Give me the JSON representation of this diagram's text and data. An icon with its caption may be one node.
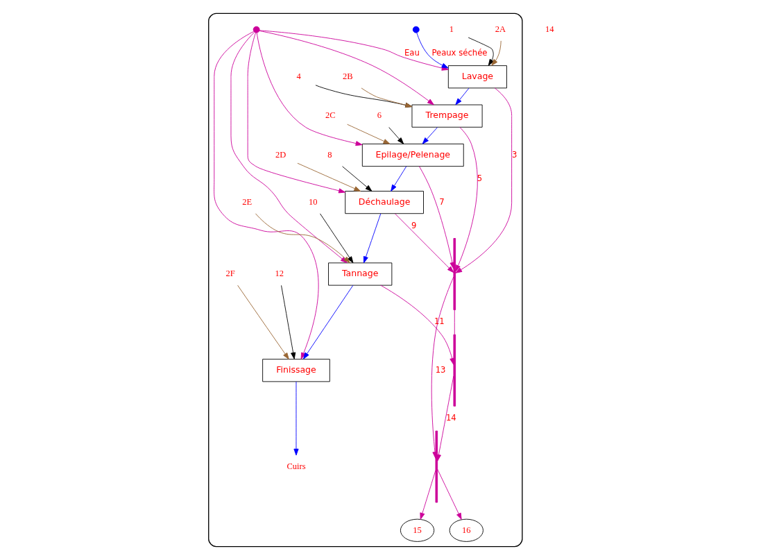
{
  "diagram": {
    "nodes": [
      {
        "text": [],
        "shape": "box"
      },
      {
        "text": [],
        "shape": "circle",
        "in": 0
      },
      {
        "text": [
          "1"
        ],
        "in": 0
      },
      {
        "text": [
          "Lavage"
        ],
        "in": 0
      },
      {
        "text": [],
        "shape": "circle",
        "in": 0
      },
      {
        "text": [
          "2A"
        ],
        "in": 0
      },
      {
        "text": [
          "4"
        ],
        "in": 0
      },
      {
        "text": [
          "Trempage"
        ],
        "in": 0
      },
      {
        "text": [
          "2B"
        ],
        "in": 0
      },
      {
        "text": [
          "6"
        ],
        "in": 0
      },
      {
        "text": [
          "Epilage/Pelenage"
        ],
        "in": 0
      },
      {
        "text": [
          "2C"
        ],
        "in": 0
      },
      {
        "text": [],
        "shape": "bar",
        "in": 0
      },
      {
        "text": [],
        "shape": "bar",
        "in": 0
      },
      {
        "text": [
          "8"
        ],
        "in": 0
      },
      {
        "text": [
          "Déchaulage"
        ],
        "in": 0
      },
      {
        "text": [
          "2D"
        ],
        "in": 0
      },
      {
        "text": [
          "10"
        ],
        "in": 0
      },
      {
        "text": [
          "Tannage"
        ],
        "in": 0
      },
      {
        "text": [],
        "shape": "bar",
        "in": 0
      },
      {
        "text": [
          "2E"
        ],
        "in": 0
      },
      {
        "text": [
          "12"
        ],
        "in": 0
      },
      {
        "text": [
          "Finissage"
        ],
        "in": 0
      },
      {
        "text": [
          "Cuirs"
        ],
        "in": 0
      },
      {
        "text": [
          "2F"
        ],
        "in": 0
      },
      {
        "text": [
          "15"
        ],
        "in": 0
      },
      {
        "text": [
          "16"
        ],
        "in": 0
      }
    ],
    "edges": [
      {
        "from": 1,
        "to": 3,
        "arrow": "to",
        "label": "Eau"
      },
      {
        "from": 4,
        "to": 3,
        "arrow": "to",
        "label": "Peaux séchée",
        "color": "#0000ff"
      },
      {
        "from": 2,
        "to": 3,
        "arrow": "to",
        "color": "#000000"
      },
      {
        "from": 5,
        "to": 3,
        "arrow": "to",
        "color": "#996633"
      },
      {
        "from": 3,
        "to": 7,
        "arrow": "to",
        "color": "#0000ff"
      },
      {
        "from": 3,
        "to": 12,
        "arrow": "to",
        "label": "3"
      },
      {
        "from": 6,
        "to": 7,
        "arrow": "to",
        "color": "#000000"
      },
      {
        "from": 8,
        "to": 7,
        "arrow": "to",
        "color": "#996633"
      },
      {
        "from": 1,
        "to": 7,
        "arrow": "to"
      },
      {
        "from": 7,
        "to": 10,
        "arrow": "to",
        "color": "#0000ff"
      },
      {
        "from": 7,
        "to": 12,
        "arrow": "to",
        "label": "5"
      },
      {
        "from": 9,
        "to": 10,
        "arrow": "to",
        "color": "#000000"
      },
      {
        "from": 11,
        "to": 10,
        "arrow": "to",
        "color": "#996633"
      },
      {
        "from": 1,
        "to": 10,
        "arrow": "to"
      },
      {
        "from": 10,
        "to": 12,
        "arrow": "to",
        "label": "7"
      },
      {
        "from": 10,
        "to": 15,
        "arrow": "to",
        "color": "#0000ff"
      },
      {
        "from": 12,
        "to": 13,
        "arrow": "to",
        "label": "13"
      },
      {
        "from": 14,
        "to": 15,
        "arrow": "to",
        "color": "#000000"
      },
      {
        "from": 16,
        "to": 15,
        "arrow": "to",
        "color": "#996633"
      },
      {
        "from": 1,
        "to": 15,
        "arrow": "to"
      },
      {
        "from": 15,
        "to": 12,
        "arrow": "to",
        "label": "9"
      },
      {
        "from": 15,
        "to": 18,
        "arrow": "to",
        "color": "#0000ff"
      },
      {
        "from": 17,
        "to": 18,
        "arrow": "to",
        "color": "#000000"
      },
      {
        "from": 20,
        "to": 18,
        "arrow": "to",
        "color": "#996633"
      },
      {
        "from": 1,
        "to": 18,
        "arrow": "to"
      },
      {
        "from": 18,
        "to": 19,
        "arrow": "to",
        "label": "11"
      },
      {
        "from": 12,
        "to": 19,
        "arrow": "none"
      },
      {
        "from": 19,
        "to": 13,
        "arrow": "to",
        "label": "14"
      },
      {
        "from": 18,
        "to": 22,
        "arrow": "to",
        "color": "#0000ff"
      },
      {
        "from": 21,
        "to": 22,
        "arrow": "to",
        "color": "#000000"
      },
      {
        "from": 24,
        "to": 22,
        "arrow": "to",
        "color": "#996633"
      },
      {
        "from": 1,
        "to": 22,
        "arrow": "to"
      },
      {
        "from": 22,
        "to": 23,
        "arrow": "to",
        "color": "#0000ff"
      },
      {
        "from": 13,
        "to": 25,
        "arrow": "to"
      },
      {
        "from": 13,
        "to": 26,
        "arrow": "to"
      }
    ],
    "labels": [
      "14"
    ]
  }
}
